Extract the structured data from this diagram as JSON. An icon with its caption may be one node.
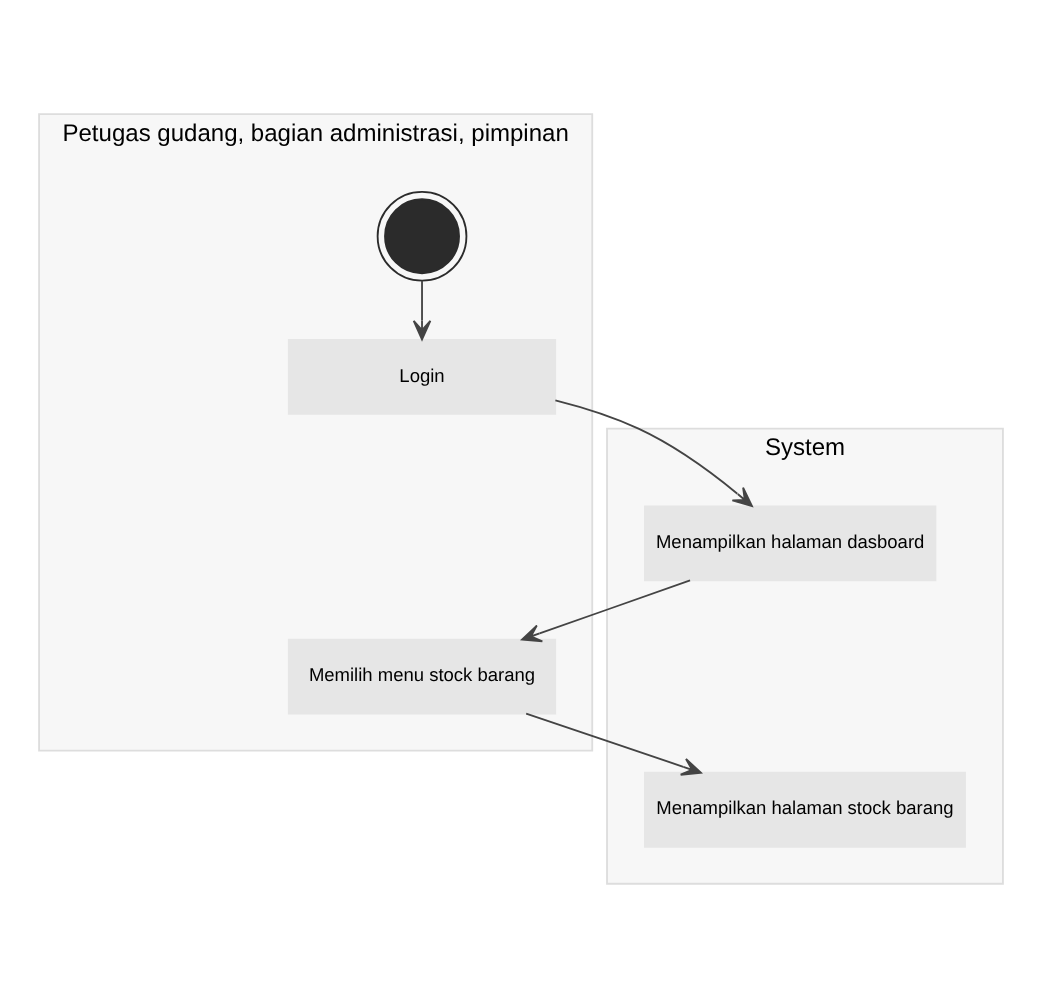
{
  "diagram": {
    "nodes": [
      {
        "text": [
          "Petugas gudang, bagian administrasi, pimpinan"
        ]
      },
      {
        "text": [
          "System"
        ]
      },
      {
        "text": [],
        "shape": "circle",
        "in": 0
      },
      {
        "text": [
          "Login"
        ],
        "in": 0
      },
      {
        "text": [
          "Menampilkan halaman dasboard"
        ],
        "in": 1
      },
      {
        "text": [
          "Memilih menu stock barang"
        ],
        "in": 0
      },
      {
        "text": [
          "Menampilkan halaman stock barang"
        ],
        "in": 1
      }
    ],
    "edges": [
      {
        "from": 2,
        "to": 3,
        "arrow": "to"
      },
      {
        "from": 3,
        "to": 4,
        "arrow": "to"
      },
      {
        "from": 4,
        "to": 5,
        "arrow": "to"
      },
      {
        "from": 5,
        "to": 6,
        "arrow": "to"
      }
    ]
  }
}
